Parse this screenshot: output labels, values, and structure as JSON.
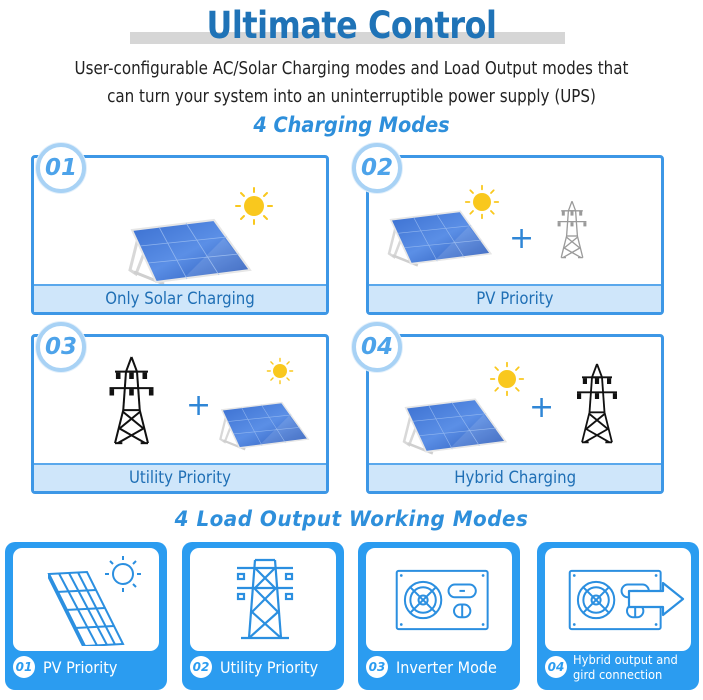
{
  "header": {
    "title": "Ultimate Control",
    "subtitle_line1": "User-configurable AC/Solar Charging modes and Load Output modes that",
    "subtitle_line2": "can turn your system into an uninterruptible power supply (UPS)"
  },
  "charging": {
    "heading": "4 Charging Modes",
    "modes": [
      {
        "num": "01",
        "label": "Only Solar Charging",
        "icons": [
          "sun-icon",
          "solar-panel-icon"
        ]
      },
      {
        "num": "02",
        "label": "PV Priority",
        "icons": [
          "sun-icon",
          "solar-panel-icon",
          "plus-icon",
          "power-tower-icon"
        ]
      },
      {
        "num": "03",
        "label": "Utility Priority",
        "icons": [
          "power-tower-icon",
          "plus-icon",
          "sun-icon",
          "solar-panel-icon"
        ]
      },
      {
        "num": "04",
        "label": "Hybrid Charging",
        "icons": [
          "sun-icon",
          "solar-panel-icon",
          "plus-icon",
          "power-tower-icon"
        ]
      }
    ],
    "plus": "+"
  },
  "output": {
    "heading": "4 Load Output Working Modes",
    "modes": [
      {
        "num": "01",
        "label": "PV Priority",
        "icon": "solar-panel-outline-icon"
      },
      {
        "num": "02",
        "label": "Utility Priority",
        "icon": "power-tower-outline-icon"
      },
      {
        "num": "03",
        "label": "Inverter Mode",
        "icon": "inverter-icon"
      },
      {
        "num": "04",
        "label": "Hybrid output and gird connection",
        "icon": "inverter-arrow-icon"
      }
    ]
  },
  "colors": {
    "title_blue": "#1f73b7",
    "heading_blue": "#2e8fdb",
    "box_border": "#3d97e6",
    "caption_bg": "#cfe6fa",
    "output_blue": "#2b9cf0",
    "sun_yellow": "#f9c81e"
  }
}
